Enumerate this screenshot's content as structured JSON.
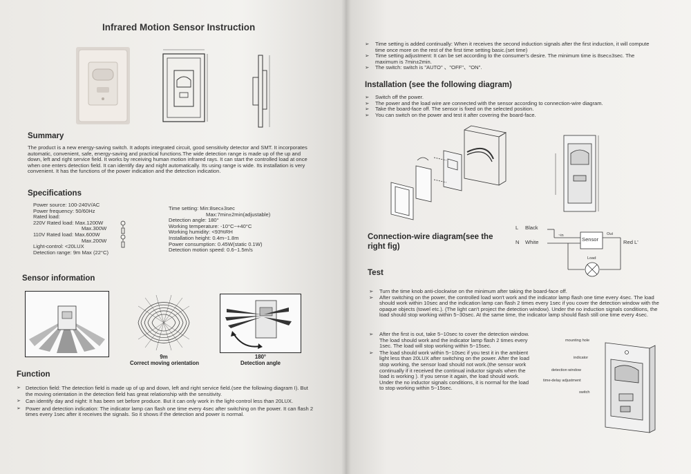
{
  "left_page": {
    "title": "Infrared Motion Sensor Instruction",
    "summary": {
      "heading": "Summary",
      "text": "The product is a new energy-saving switch. It adopts integrated circuit, good sensitivity detector and SMT. It incorporates automatic, convenient, safe, energy-saving and practical functions.The wide detection range is made up of the up and down, left and right service field. It works by receiving human motion infrared rays. It can start the controlled load at once when one enters detection field. It can identify day and night automatically. Its using range is wide. Its installation is very convenient. It has the functions of the power indication and the detection indication."
    },
    "specifications": {
      "heading": "Specifications",
      "left_col": [
        "Power source: 100-240V/AC",
        "Power frequency: 50/60Hz",
        "Rated load:",
        "220V Rated load: Max.1200W",
        "Max.300W",
        "110V Rated load: Max.600W",
        "Max.200W",
        "Light-control: <20LUX",
        "Detection range: 9m Max (22°C)"
      ],
      "right_col": [
        "Time setting: Min:8sec±3sec",
        "Max:7min±2min(adjustable)",
        "Detection angle: 180°",
        "Working temperature: -10°C~+40°C",
        "Working humidity: <93%RH",
        "Installation height: 0.4m~1.8m",
        "Power consumption: 0.45W(static 0.1W)",
        "Detection motion speed: 0.6~1.5m/s"
      ]
    },
    "sensor_information": {
      "heading": "Sensor information",
      "caption_1_top": "9m",
      "caption_1": "Correct moving orientation",
      "caption_2_top": "180°",
      "caption_2": "Detection angle"
    },
    "function": {
      "heading": "Function",
      "items": [
        "Detection field: The detection field is made up of up and down, left and right service field.(see the following diagram I). But the moving orientation in the detection field has great relationship with the sensitivity.",
        "Can identify day and night: It has been set before produce. But it can only work in the light-control less than 20LUX.",
        "Power and detection indication: The indicator lamp can flash one time every 4sec after switching on the power. It can flash 2 times every 1sec after it receives the signals. So it shows if the detection and power is normal."
      ]
    }
  },
  "right_page": {
    "top_bullets": [
      "Time setting is added continually: When it receives the second induction signals after the first induction, it will compute time once more on the rest of the first time setting basic.(set time)",
      "Time setting adjustment: It can be set according to the consumer's desire. The minimum time is 8sec±3sec. The maximum is 7min±2min.",
      "The switch: switch is \"AUTO\" 、\"OFF\"、\"ON\"."
    ],
    "installation": {
      "heading": "Installation (see the following diagram)",
      "items": [
        "Switch off the power.",
        "The power and the load wire are connected with the sensor according to connection-wire diagram.",
        "Take the board-face off. The sensor is fixed on the selected position.",
        "You can switch on the power and test it after covering the board-face."
      ]
    },
    "connection": {
      "heading": "Connection-wire diagram(see the right fig)",
      "l_label": "L",
      "black": "Black",
      "n_label": "N",
      "white": "White",
      "in_label": "~in",
      "sensor": "Sensor",
      "out": "Out",
      "red": "Red",
      "l_prime": "L'",
      "load": "Load"
    },
    "test": {
      "heading": "Test",
      "items": [
        "Turn the time knob anti-clockwise on the minimum after taking the board-face off.",
        "After switching on the power, the controlled load won't work and the indicator lamp flash one time every 4sec. The load should work within 10sec and the indication lamp can flash 2 times every 1sec if you cover the detection window with the opaque objects (towel etc.). (The light can't project the detection window). Under the no induction signals conditions, the load should stop working within 5~30sec. At the same time, the indicator lamp should flash still one time every 4sec.",
        "After the first is out, take 5~10sec to cover the detection window. The load should work and the indicator lamp flash 2 times every 1sec. The load will stop working within 5~15sec.",
        "The load should work within 5~10sec if you test it in the ambient light less than 20LUX after switching on the power. After the load stop working, the sensor load should not work.(the sensor work continually if it received the continual inductor signals when the load is working ). If you sense it again, the load should work. Under the no inductor signals conditions, it is normal for the load to stop working within 5~15sec."
      ],
      "parts": [
        "mounting hole",
        "indicator",
        "detection window",
        "time-delay adjustment",
        "switch"
      ]
    }
  }
}
